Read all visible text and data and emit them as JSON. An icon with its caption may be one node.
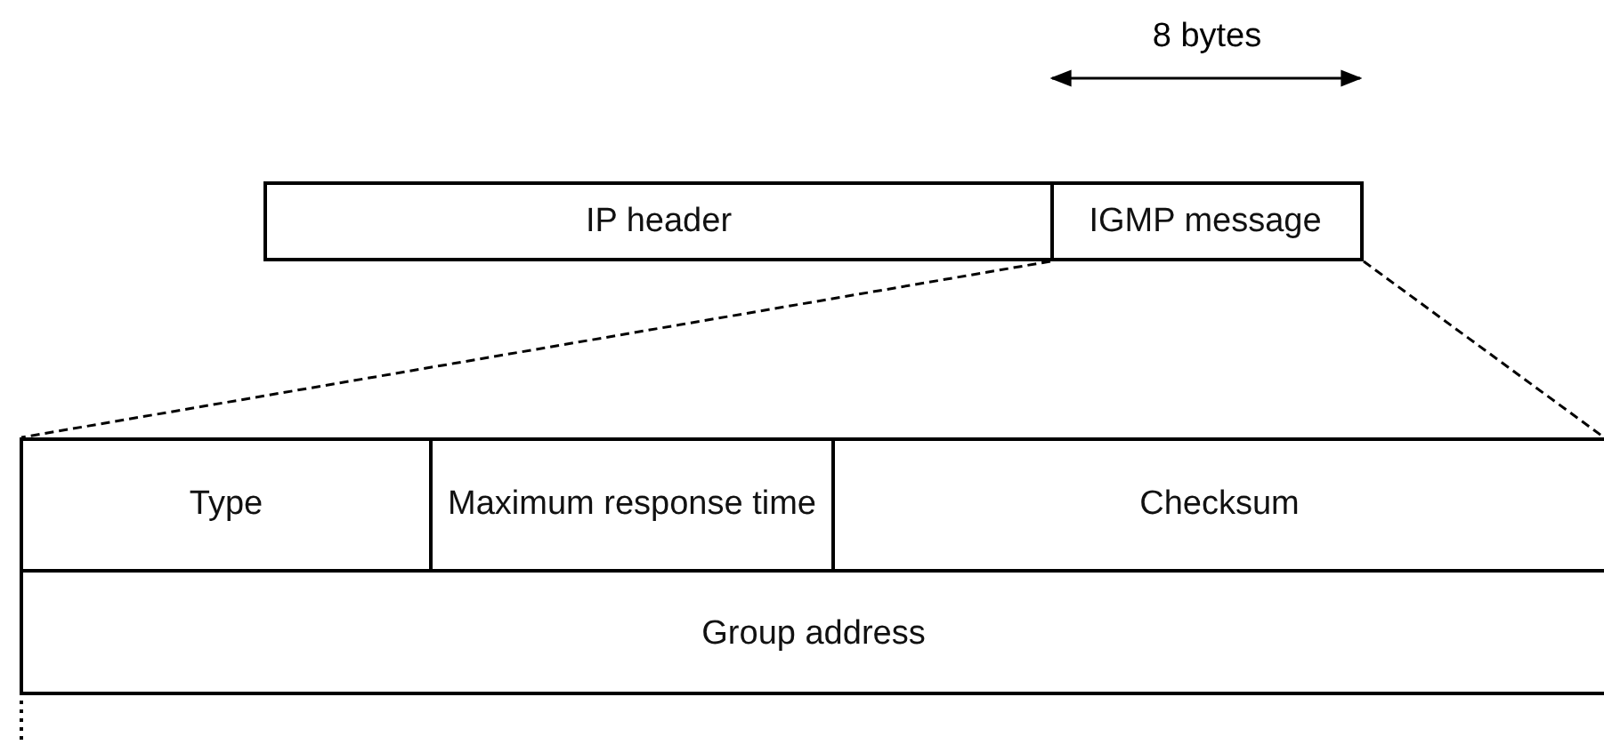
{
  "diagram": {
    "nodes": [
      {
        "text": [
          "IP header"
        ]
      },
      {
        "text": [
          "IGMP message"
        ]
      },
      {
        "text": [],
        "shape": "box"
      },
      {
        "text": [
          "Type"
        ],
        "in": 2
      },
      {
        "text": [
          "Maximum response time"
        ],
        "in": 2
      },
      {
        "text": [
          "Checksum"
        ],
        "in": 2
      },
      {
        "text": [
          "Group address"
        ],
        "in": 2
      }
    ],
    "edges": [
      {
        "from": 1,
        "to": 2,
        "arrow": "none",
        "style": "dashed"
      },
      {
        "from": 1,
        "to": 2,
        "arrow": "none",
        "style": "dashed"
      }
    ],
    "labels": [
      "8 bytes"
    ]
  }
}
